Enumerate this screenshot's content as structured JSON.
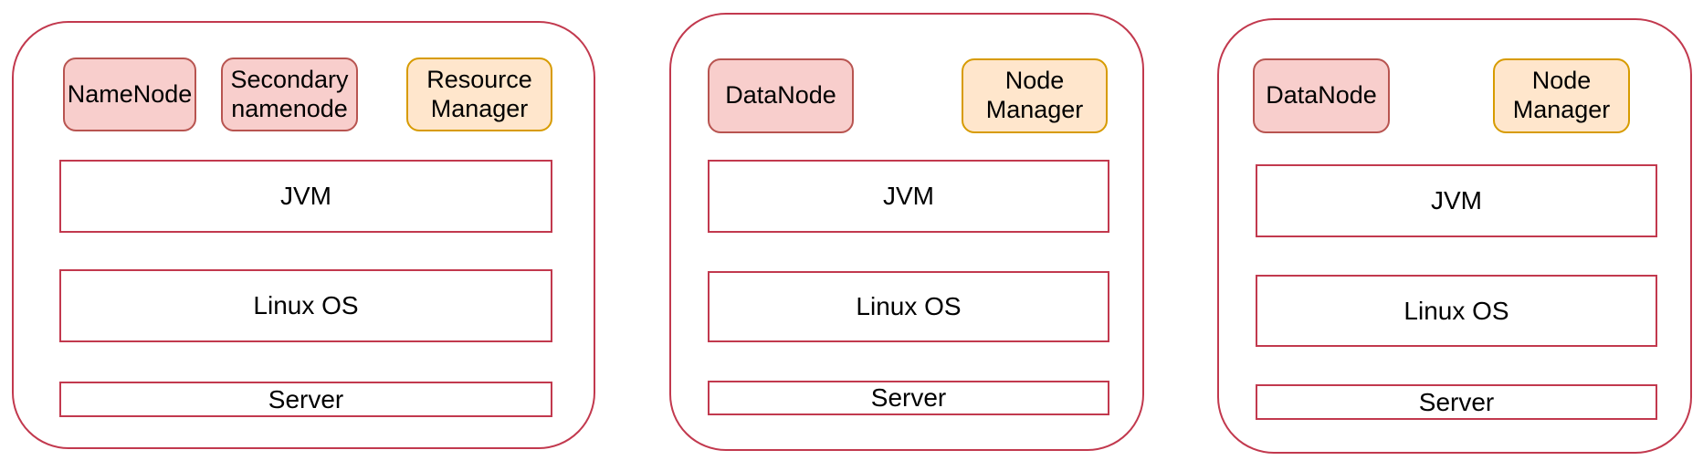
{
  "colors": {
    "panel_stroke": "#c2394e",
    "red_badge_fill": "#f8cecc",
    "red_badge_stroke": "#b85450",
    "orange_badge_fill": "#ffe6cc",
    "orange_badge_stroke": "#d79b00",
    "text": "#000000",
    "background": "#ffffff"
  },
  "panels": [
    {
      "name": "master-node",
      "badges": [
        {
          "label": "NameNode",
          "color": "red"
        },
        {
          "label": "Secondary\nnamenode",
          "color": "red"
        },
        {
          "label": "Resource\nManager",
          "color": "orange"
        }
      ],
      "layers": {
        "jvm": "JVM",
        "os": "Linux OS",
        "server": "Server"
      }
    },
    {
      "name": "worker-node-1",
      "badges": [
        {
          "label": "DataNode",
          "color": "red"
        },
        {
          "label": "Node\nManager",
          "color": "orange"
        }
      ],
      "layers": {
        "jvm": "JVM",
        "os": "Linux OS",
        "server": "Server"
      }
    },
    {
      "name": "worker-node-2",
      "badges": [
        {
          "label": "DataNode",
          "color": "red"
        },
        {
          "label": "Node\nManager",
          "color": "orange"
        }
      ],
      "layers": {
        "jvm": "JVM",
        "os": "Linux OS",
        "server": "Server"
      }
    }
  ]
}
